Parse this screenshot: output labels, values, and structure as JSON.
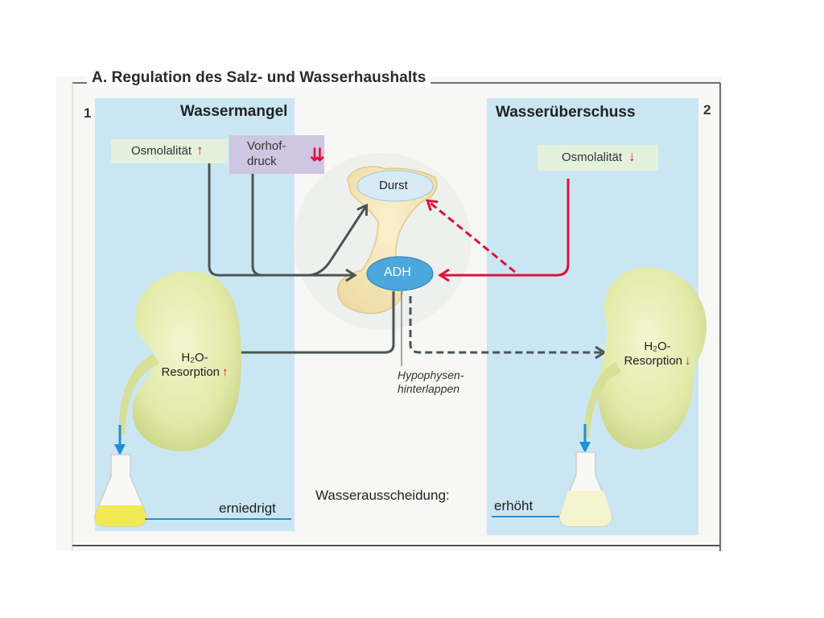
{
  "section": {
    "letter": "A.",
    "title": "Regulation des Salz- und Wasserhaushalts"
  },
  "panel_left": {
    "number": "1",
    "title": "Wassermangel"
  },
  "panel_right": {
    "number": "2",
    "title": "Wasserüberschuss"
  },
  "labels": {
    "osmolality_left": "Osmolalität",
    "osmolality_left_arrow": "↑",
    "vorhof_line1": "Vorhof-",
    "vorhof_line2": "druck",
    "vorhof_arrow": "⇊",
    "osmolality_right": "Osmolalität",
    "osmolality_right_arrow": "↓",
    "durst": "Durst",
    "adh": "ADH",
    "resorption_left_line1": "H₂O-",
    "resorption_left_line2": "Resorption",
    "resorption_left_arrow": "↑",
    "resorption_right_line1": "H₂O-",
    "resorption_right_line2": "Resorption",
    "resorption_right_arrow": "↓",
    "hypophysen_line1": "Hypophysen-",
    "hypophysen_line2": "hinterlappen",
    "wasserausscheidung": "Wasserausscheidung:",
    "erniedrigt": "erniedrigt",
    "erhoeht": "erhöht"
  },
  "colors": {
    "panel_blue": "#cbe6f3",
    "label_green": "#e4f1dc",
    "label_purple": "#cfc6e2",
    "arrow_dark": "#4a5552",
    "arrow_red": "#e0103a",
    "kidney": "#e6ecb0",
    "adh_blue": "#4aa8dd",
    "durst_blue": "#d8eaf6",
    "urine_blue": "#1f8fd6",
    "urine_yellow": "#f2ea55"
  },
  "icons": [
    "kidney-left",
    "kidney-right",
    "flask-left",
    "flask-right",
    "hypophysis"
  ]
}
